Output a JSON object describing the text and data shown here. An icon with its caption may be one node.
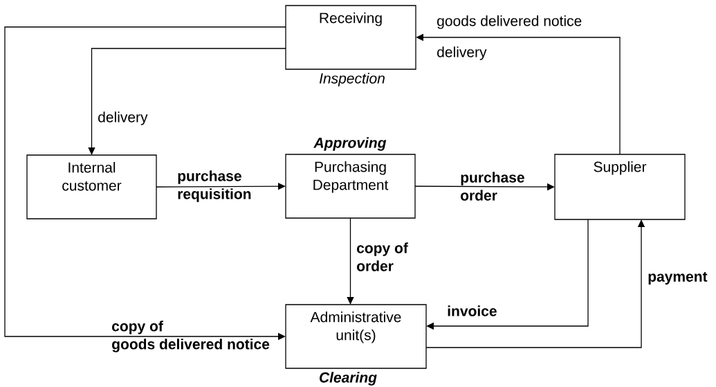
{
  "diagram": {
    "nodes": [
      {
        "text": [
          "Receiving"
        ],
        "beside": [
          "Inspection"
        ]
      },
      {
        "text": [
          "Internal customer"
        ]
      },
      {
        "text": [
          "Purchasing Department"
        ],
        "beside": [
          "Approving"
        ]
      },
      {
        "text": [
          "Supplier"
        ]
      },
      {
        "text": [
          "Administrative unit(s)"
        ],
        "beside": [
          "Clearing"
        ]
      }
    ],
    "edges": [
      {
        "from": 3,
        "to": 0,
        "arrow": "to",
        "label": "goods delivered notice"
      },
      {
        "from": 0,
        "to": 4,
        "arrow": "to",
        "label": "copy of goods delivered notice"
      },
      {
        "from": 0,
        "to": 1,
        "arrow": "to",
        "label": "delivery"
      },
      {
        "from": 1,
        "to": 2,
        "arrow": "to",
        "label": "purchase requisition"
      },
      {
        "from": 2,
        "to": 3,
        "arrow": "to",
        "label": "purchase order"
      },
      {
        "from": 2,
        "to": 4,
        "arrow": "to",
        "label": "copy of order"
      },
      {
        "from": 3,
        "to": 4,
        "arrow": "to",
        "label": "invoice"
      },
      {
        "from": 4,
        "to": 3,
        "arrow": "to",
        "label": "payment"
      }
    ],
    "labels": [
      "delivery"
    ]
  }
}
